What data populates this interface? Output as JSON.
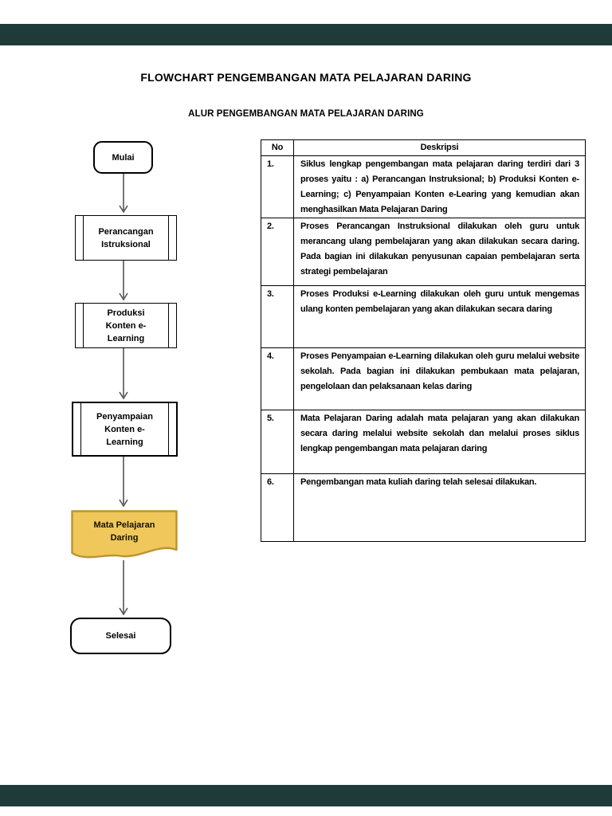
{
  "page": {
    "title": "FLOWCHART PENGEMBANGAN MATA PELAJARAN DARING",
    "subtitle": "ALUR PENGEMBANGAN MATA PELAJARAN DARING"
  },
  "flowchart": {
    "nodes": {
      "start": {
        "type": "terminator",
        "label": "Mulai"
      },
      "design": {
        "type": "predefined-process",
        "label": "Perancangan\nIstruksional"
      },
      "produce": {
        "type": "predefined-process",
        "label": "Produksi\nKonten e-\nLearning"
      },
      "deliver": {
        "type": "predefined-process",
        "label": "Penyampaian\nKonten e-\nLearning"
      },
      "output": {
        "type": "document",
        "label": "Mata Pelajaran\nDaring",
        "fill": "#efc75a",
        "border": "#bd9330"
      },
      "end": {
        "type": "terminator",
        "label": "Selesai"
      }
    }
  },
  "table": {
    "headers": {
      "no": "No",
      "desc": "Deskripsi"
    },
    "rows": [
      {
        "no": "1.",
        "text": "Siklus lengkap pengembangan mata pelajaran daring terdiri dari 3 proses yaitu : a) Perancangan Instruksional; b) Produksi Konten e-Learning; c) Penyampaian Konten e-Learing yang kemudian akan menghasilkan Mata Pelajaran Daring"
      },
      {
        "no": "2.",
        "text": "Proses Perancangan Instruksional dilakukan oleh guru untuk merancang ulang pembelajaran yang akan dilakukan secara daring. Pada bagian ini dilakukan penyusunan capaian pembelajaran serta strategi pembelajaran"
      },
      {
        "no": "3.",
        "text": "Proses Produksi e-Learning dilakukan oleh guru untuk mengemas ulang konten pembelajaran yang akan dilakukan secara daring"
      },
      {
        "no": "4.",
        "text": "Proses Penyampaian e-Learning dilakukan oleh guru melalui website sekolah. Pada bagian ini dilakukan pembukaan mata pelajaran, pengelolaan dan pelaksanaan kelas daring"
      },
      {
        "no": "5.",
        "text": "Mata Pelajaran Daring adalah mata pelajaran yang akan dilakukan secara daring melalui website sekolah dan melalui proses siklus lengkap pengembangan mata pelajaran daring"
      },
      {
        "no": "6.",
        "text": "Pengembangan mata kuliah daring telah selesai dilakukan."
      }
    ]
  },
  "colors": {
    "band": "#1e3a39",
    "document_fill": "#efc75a",
    "document_border": "#bd9330",
    "arrow": "#555555"
  }
}
